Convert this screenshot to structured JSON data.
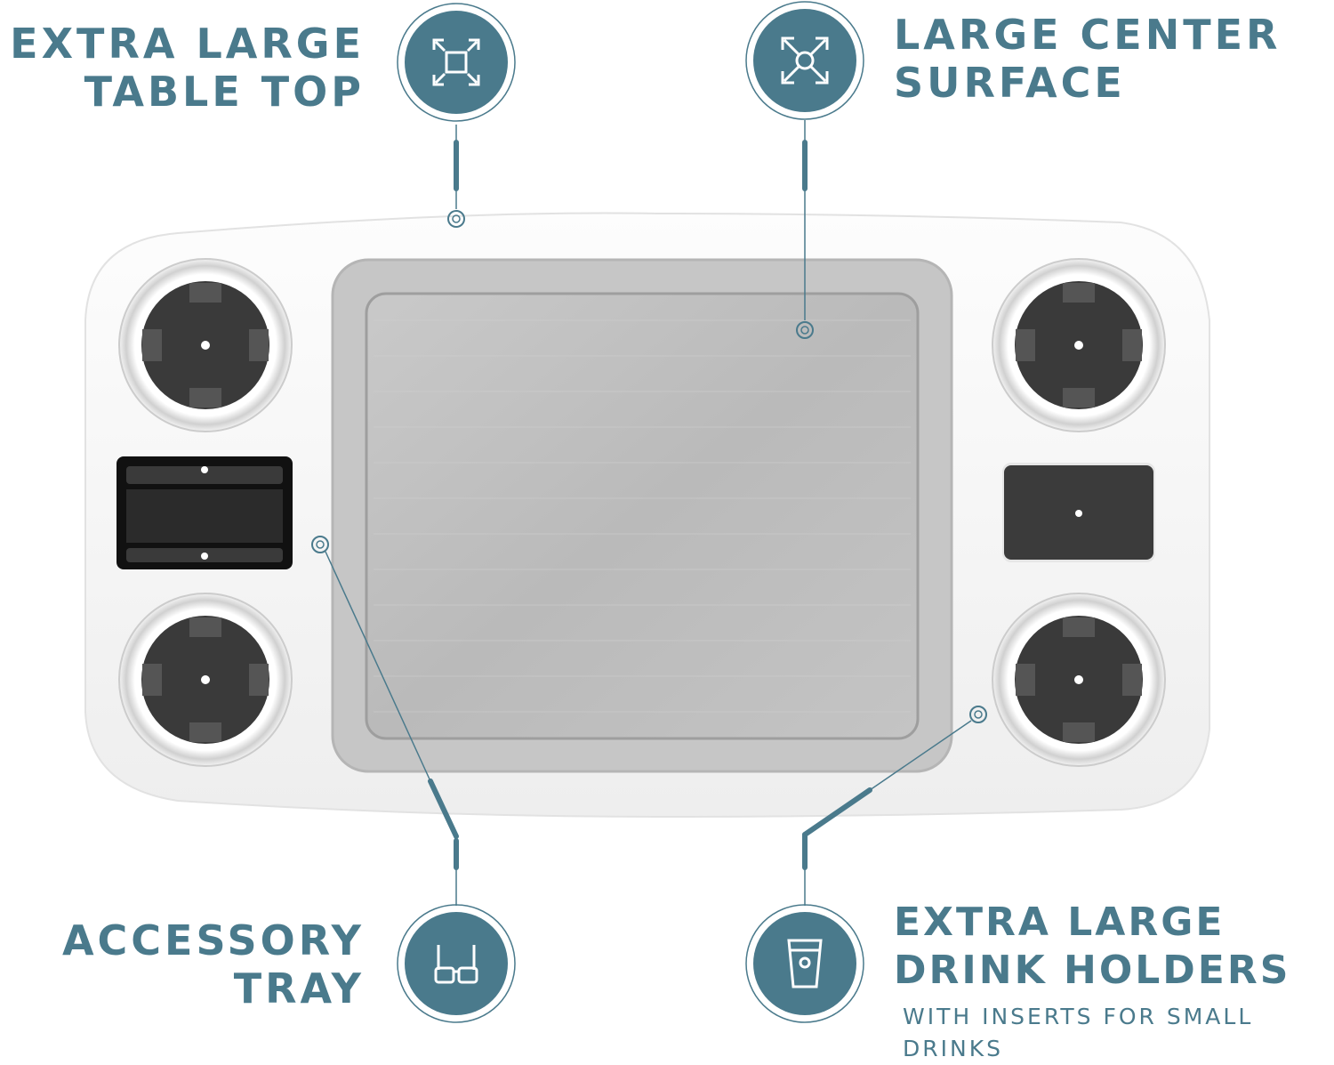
{
  "callouts": {
    "table_top": {
      "line1": "EXTRA LARGE",
      "line2": "TABLE TOP",
      "icon": "expand-arrows-icon"
    },
    "center_surface": {
      "line1": "LARGE CENTER",
      "line2": "SURFACE",
      "icon": "four-arrows-out-icon"
    },
    "accessory_tray": {
      "line1": "ACCESSORY",
      "line2": "TRAY",
      "icon": "sunglasses-icon"
    },
    "drink_holders": {
      "line1": "EXTRA LARGE",
      "line2": "DRINK HOLDERS",
      "sub1": "WITH INSERTS FOR SMALL",
      "sub2": "DRINKS",
      "icon": "cup-icon"
    }
  },
  "colors": {
    "accent": "#4a7a8c",
    "table": "#f7f7f7",
    "surface": "#bdbdbd",
    "holder": "#333333"
  }
}
